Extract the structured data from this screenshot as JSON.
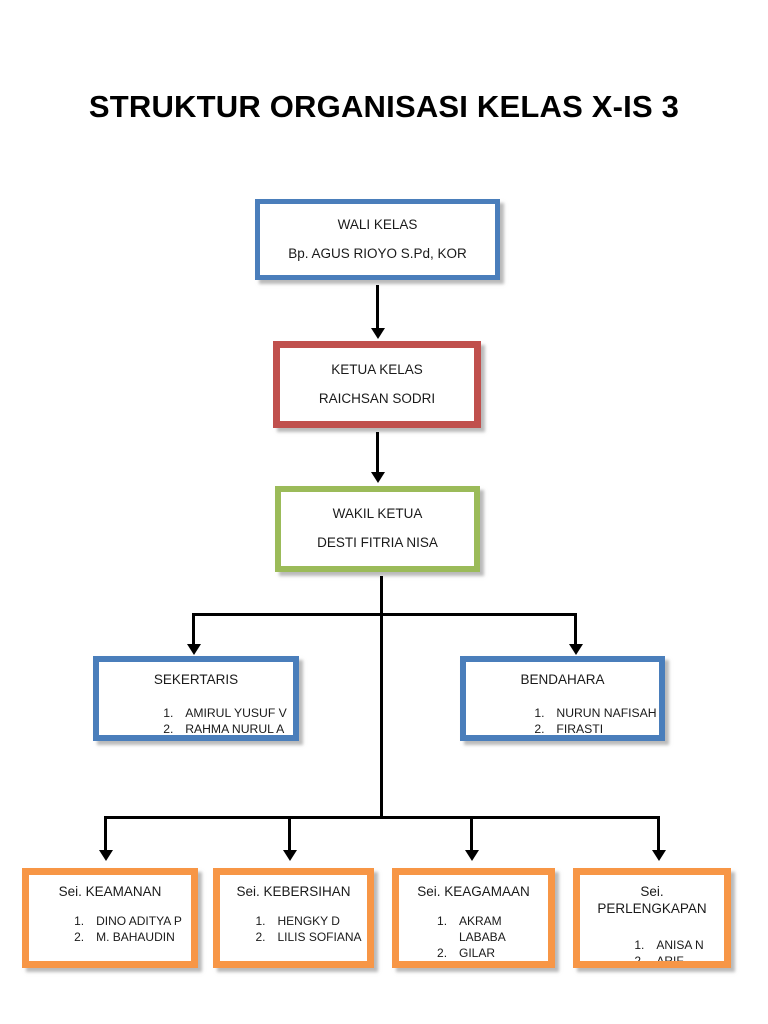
{
  "document": {
    "title": "STRUKTUR ORGANISASI KELAS X-IS 3"
  },
  "colors": {
    "blue": "#4a7ebb",
    "red": "#c0504d",
    "green": "#9bbb59",
    "orange": "#f79646",
    "connector": "#000000",
    "text": "#1a1a1a",
    "background": "#ffffff"
  },
  "org_chart": {
    "type": "hierarchy",
    "levels": [
      {
        "level": 1,
        "nodes": [
          {
            "id": "wali-kelas",
            "title": "WALI KELAS",
            "subtitle": "Bp. AGUS RIOYO S.Pd, KOR",
            "color": "blue",
            "members": []
          }
        ]
      },
      {
        "level": 2,
        "nodes": [
          {
            "id": "ketua-kelas",
            "title": "KETUA KELAS",
            "subtitle": "RAICHSAN SODRI",
            "color": "red",
            "members": []
          }
        ]
      },
      {
        "level": 3,
        "nodes": [
          {
            "id": "wakil-ketua",
            "title": "WAKIL KETUA",
            "subtitle": "DESTI FITRIA NISA",
            "color": "green",
            "members": []
          }
        ]
      },
      {
        "level": 4,
        "nodes": [
          {
            "id": "sekertaris",
            "title": "SEKERTARIS",
            "subtitle": "",
            "color": "blue",
            "members": [
              "AMIRUL YUSUF V",
              "RAHMA NURUL A"
            ]
          },
          {
            "id": "bendahara",
            "title": "BENDAHARA",
            "subtitle": "",
            "color": "blue",
            "members": [
              "NURUN NAFISAH",
              "FIRASTI"
            ]
          }
        ]
      },
      {
        "level": 5,
        "nodes": [
          {
            "id": "sei-keamanan",
            "title": "Sei. KEAMANAN",
            "subtitle": "",
            "color": "orange",
            "members": [
              "DINO  ADITYA P",
              "M. BAHAUDIN"
            ]
          },
          {
            "id": "sei-kebersihan",
            "title": "Sei. KEBERSIHAN",
            "subtitle": "",
            "color": "orange",
            "members": [
              "HENGKY D",
              "LILIS SOFIANA"
            ]
          },
          {
            "id": "sei-keagamaan",
            "title": "Sei. KEAGAMAAN",
            "subtitle": "",
            "color": "orange",
            "members": [
              "AKRAM LABABA",
              "GILAR"
            ]
          },
          {
            "id": "sei-perlengkapan",
            "title": "Sei.\nPERLENGKAPAN",
            "subtitle": "",
            "color": "orange",
            "members": [
              "ANISA N",
              "ARIF"
            ]
          }
        ]
      }
    ]
  }
}
